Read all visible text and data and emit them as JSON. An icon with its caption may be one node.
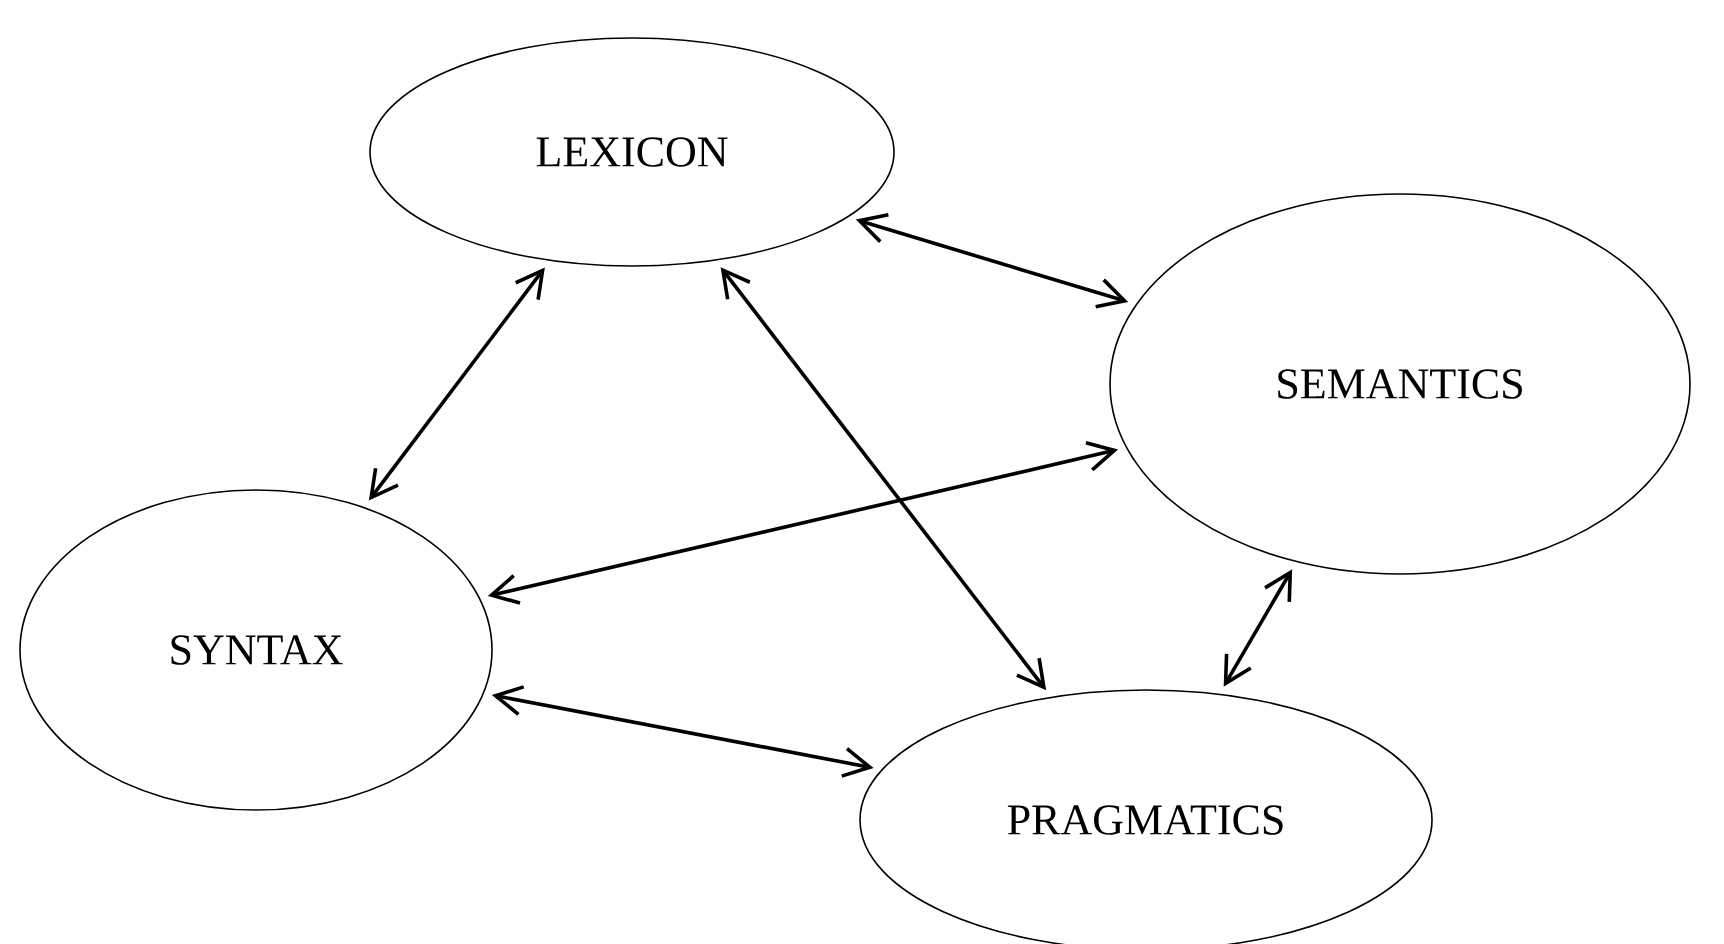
{
  "diagram": {
    "nodes": [
      {
        "text": [
          "LEXICON"
        ]
      },
      {
        "text": [
          "SEMANTICS"
        ]
      },
      {
        "text": [
          "SYNTAX"
        ]
      },
      {
        "text": [
          "PRAGMATICS"
        ]
      }
    ],
    "edges": [
      {
        "from": 0,
        "to": 2,
        "arrow": "both"
      },
      {
        "from": 0,
        "to": 1,
        "arrow": "both"
      },
      {
        "from": 0,
        "to": 3,
        "arrow": "both"
      },
      {
        "from": 1,
        "to": 2,
        "arrow": "both"
      },
      {
        "from": 2,
        "to": 3,
        "arrow": "both"
      },
      {
        "from": 1,
        "to": 3,
        "arrow": "both"
      }
    ]
  }
}
